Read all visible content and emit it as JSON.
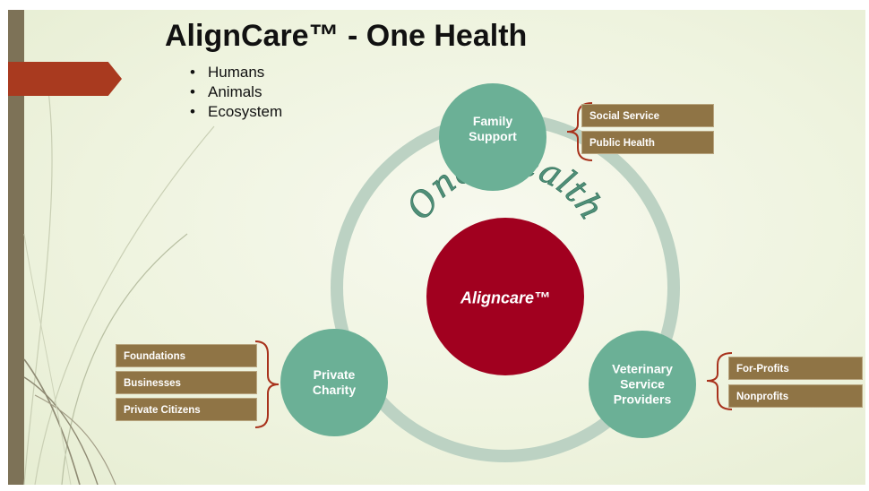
{
  "title": "AlignCare™ - One Health",
  "bullets": [
    "Humans",
    "Animals",
    "Ecosystem"
  ],
  "center": {
    "label": "Aligncare™",
    "arc_text": "One Health"
  },
  "nodes": {
    "top": "Family\nSupport",
    "left": "Private\nCharity",
    "right": "Veterinary\nService\nProviders"
  },
  "tags": {
    "top": [
      "Social Service",
      "Public Health"
    ],
    "left": [
      "Foundations",
      "Businesses",
      "Private Citizens"
    ],
    "right": [
      "For-Profits",
      "Nonprofits"
    ]
  },
  "colors": {
    "node": "#6bb096",
    "center": "#a1001f",
    "ring": "#bcd2c3",
    "tag": "#8f7445",
    "bracket": "#a8321c",
    "sidebar": "#7d7257",
    "arrow_tab": "#a93a1f"
  }
}
